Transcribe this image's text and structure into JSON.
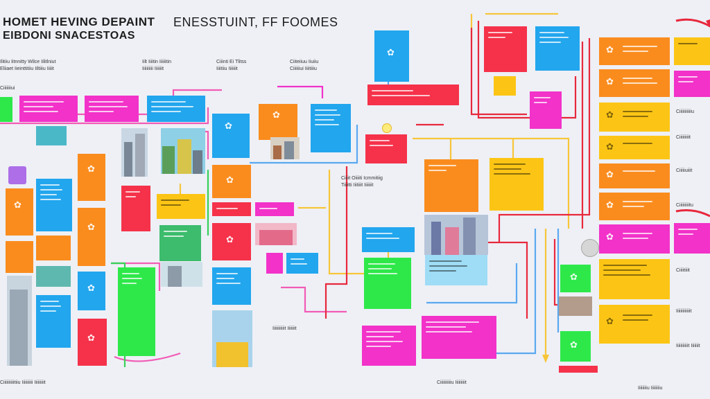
{
  "title": {
    "line1": "HOMET HEVING DEPAINT",
    "line1b": "ENESSTUINT, FF FOOMES",
    "line2": "EIBDONI SNACESTOAS"
  },
  "captions": [
    "Ilitiiu Iitnnitty   Wilce Iilitlniut",
    "Eliiaet Iieinttitiiu   Iiltiiiu Iiiiit",
    "Iilt Iiiitin Iiiiiitin",
    "Iiiiiiiiii Iiiiiiit",
    "Ciiinti Ei Tlitss",
    "Iiiitiiu Iiiiiiit",
    "Ciiteiiuu Iiuiiu",
    "Ciiiiiiui Iiiitiiiu",
    "Ciiiit Oiiiiti Icmmitiig",
    "Tiiiitti Iiitiiit Iiiiiiit",
    "Ciiiiiiiui",
    "Ciiiiiiiiiiiu",
    "Ciiiiiiiiit",
    "Ciiiiiuiiit",
    "Ciiiiiiiiitu",
    "Ciiiitiiit",
    "Iiiiiiiiiiiiit",
    "Iiiiiiiiiiit Iiiiiiit",
    "Iiiiiiiiiiit Iiiiiiit",
    "Ciiiiiiiiiitiiu Iiiiiiiiii Iiiiiiiiit",
    "Ciiiiiiiiiiu Iiiiiiiiit",
    "Iiiiiiiiu Iiiiiiiiu"
  ],
  "colors": {
    "green": "#2ee84a",
    "magenta": "#f232c9",
    "blue": "#22a6ee",
    "orange": "#fa8c1e",
    "yellow": "#fcc515",
    "red": "#f5324a",
    "pink": "#f28aa0",
    "wire_pink": "#f25bb5",
    "wire_red": "#e8283c",
    "wire_yellow": "#f7c53a",
    "wire_blue": "#5aa8f0",
    "wire_green": "#37d057"
  },
  "icons": [
    "lightbulb-icon",
    "coin-icon",
    "arrow-down-icon",
    "factory-icon",
    "building-icon"
  ]
}
